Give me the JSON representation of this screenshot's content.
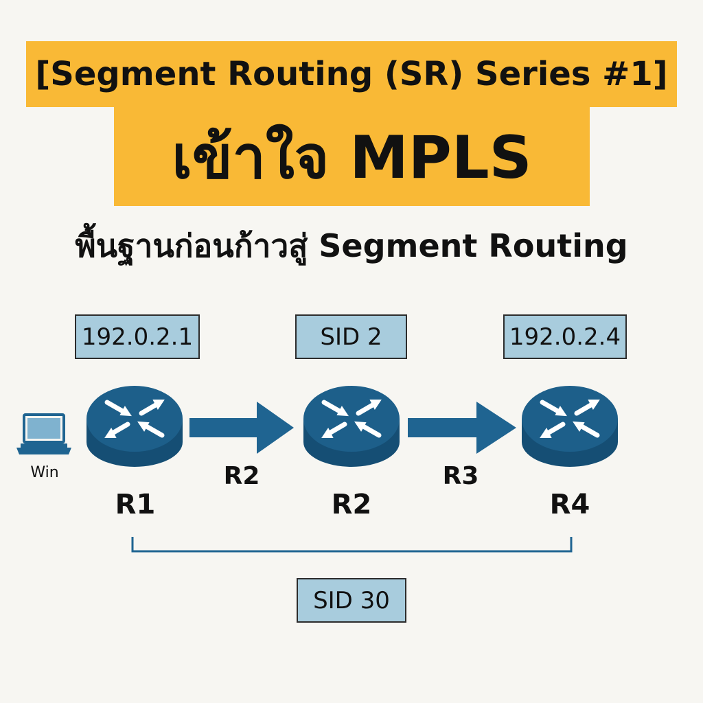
{
  "header": {
    "series_title": "[Segment Routing (SR) Series #1]",
    "main_title": "เข้าใจ MPLS",
    "subtitle": "พื้นฐานก่อนก้าวสู่ Segment Routing"
  },
  "diagram": {
    "host": {
      "label": "Win",
      "icon": "laptop-icon"
    },
    "routers": [
      {
        "name": "R1",
        "box_label": "192.0.2.1",
        "icon": "router-icon"
      },
      {
        "name": "R2",
        "box_label": "SID 2",
        "icon": "router-icon"
      },
      {
        "name": "R4",
        "box_label": "192.0.2.4",
        "icon": "router-icon"
      }
    ],
    "links": [
      {
        "label": "R2"
      },
      {
        "label": "R3"
      }
    ],
    "span_label": "SID 30"
  },
  "colors": {
    "banner": "#f9b936",
    "router_top": "#1d5f8a",
    "router_side": "#154e74",
    "arrow": "#1f6491",
    "label_box": "#a8ccdd",
    "background": "#f7f6f2"
  }
}
